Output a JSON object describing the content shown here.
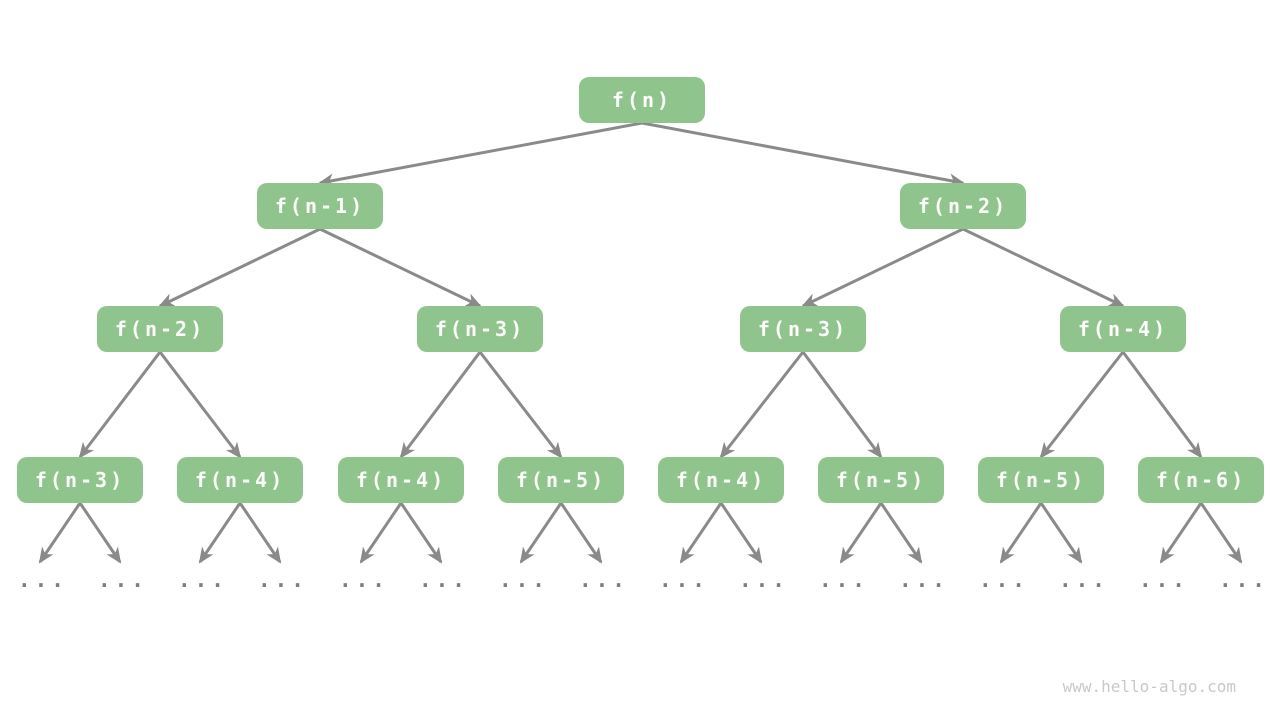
{
  "diagram": {
    "type": "recursion-tree",
    "nodes": {
      "root": "f(n)",
      "l2": [
        "f(n-1)",
        "f(n-2)"
      ],
      "l3": [
        "f(n-2)",
        "f(n-3)",
        "f(n-3)",
        "f(n-4)"
      ],
      "l4": [
        "f(n-3)",
        "f(n-4)",
        "f(n-4)",
        "f(n-5)",
        "f(n-4)",
        "f(n-5)",
        "f(n-5)",
        "f(n-6)"
      ]
    },
    "ellipsis": "...",
    "watermark": "www.hello-algo.com",
    "colors": {
      "node_fill": "#8FC58C",
      "node_text": "#FFFFFF",
      "arrow": "#8A8A8A",
      "ellipsis_dots": "#7F7F7F",
      "watermark_text": "#C9C9C9",
      "background": "#FFFFFF"
    }
  }
}
